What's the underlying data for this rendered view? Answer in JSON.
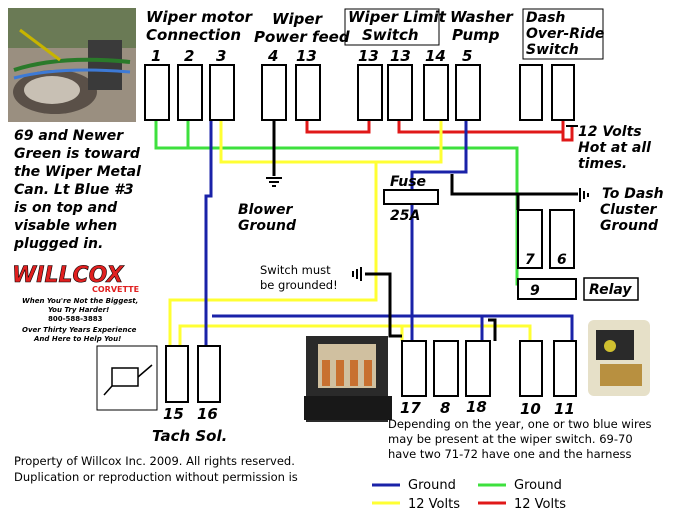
{
  "headings": {
    "wiper_motor": [
      "Wiper motor",
      "Connection"
    ],
    "wiper_power": [
      "Wiper",
      "Power feed"
    ],
    "wiper_limit": [
      "Wiper Limit",
      "Switch"
    ],
    "washer_pump": [
      "Washer",
      "Pump"
    ],
    "dash_override": [
      "Dash",
      "Over-Ride",
      "Switch"
    ]
  },
  "terminals": {
    "t1": "1",
    "t2": "2",
    "t3": "3",
    "t4": "4",
    "t13a": "13",
    "t13b": "13",
    "t13c": "13",
    "t14": "14",
    "t5": "5",
    "t7": "7",
    "t6": "6",
    "t9": "9",
    "t17": "17",
    "t8": "8",
    "t18": "18",
    "t10": "10",
    "t11": "11",
    "t15": "15",
    "t16": "16"
  },
  "labels": {
    "fuse": "Fuse",
    "fuse_rating": "25A",
    "blower_ground": [
      "Blower",
      "Ground"
    ],
    "twelve_volts_hot": [
      "12 Volts",
      "Hot at all",
      "times."
    ],
    "dash_cluster_ground": [
      "To Dash",
      "Cluster",
      "Ground"
    ],
    "switch_grounded": [
      "Switch must",
      "be grounded!"
    ],
    "relay": "Relay",
    "tach_sol": "Tach Sol."
  },
  "notes": {
    "green_note": [
      "69 and Newer",
      "Green is toward",
      "the Wiper Metal",
      "Can.  Lt Blue #3",
      "is on top and",
      "visable when",
      "plugged in."
    ],
    "depending_note": [
      "Depending on the year, one or two blue wires",
      "may be present at the wiper switch.  69-70",
      "have two 71-72 have one and the harness"
    ],
    "copyright": [
      "Property of Willcox Inc. 2009. All rights reserved.",
      "Duplication or reproduction without permission is"
    ]
  },
  "logo": {
    "brand": "WILLCOX",
    "sub": "CORVETTE",
    "tagline1": "When You're Not the Biggest,",
    "tagline2": "You Try Harder!",
    "phone": "800-588-3883",
    "tagline3": "Over Thirty Years Experience",
    "tagline4": "And Here to Help You!"
  },
  "legend": {
    "blue": "Ground",
    "green": "Ground",
    "yellow": "12 Volts",
    "red": "12 Volts"
  },
  "colors": {
    "blue": "#1a22a8",
    "green": "#3ee03e",
    "yellow": "#ffff33",
    "red": "#e01818",
    "ground_black": "#000000",
    "logo_red": "#e02020"
  }
}
